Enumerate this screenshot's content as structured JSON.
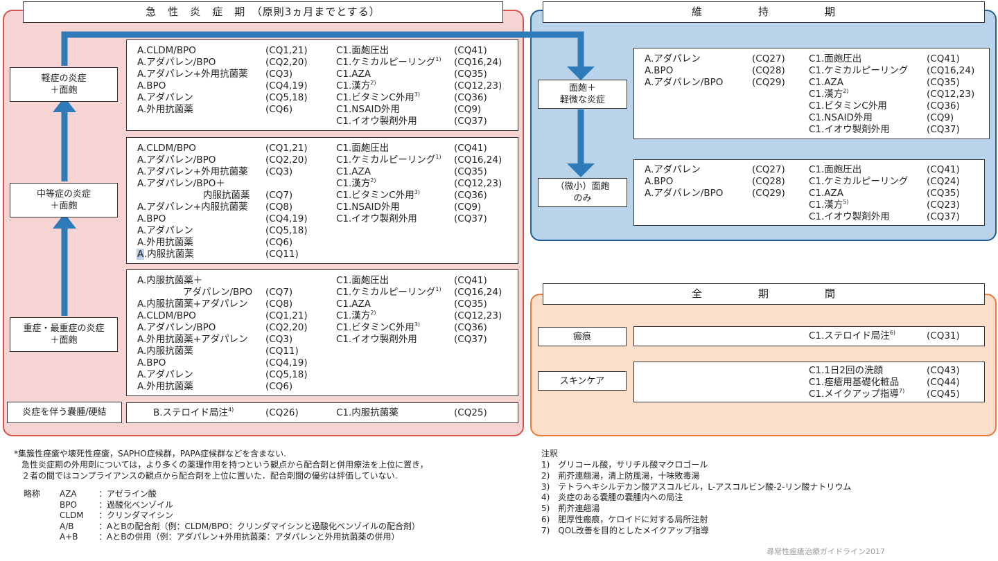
{
  "acute": {
    "title": "急　性　炎　症　期　（原則3ヵ月までとする）",
    "severity": {
      "mild": [
        "軽症の炎症",
        "＋面皰"
      ],
      "moderate": [
        "中等症の炎症",
        "＋面皰"
      ],
      "severe": [
        "重症・最重症の炎症",
        "＋面皰"
      ],
      "cyst": "炎症を伴う嚢腫/硬結"
    },
    "mild_left": [
      [
        "A.CLDM/BPO",
        "(CQ1,21)"
      ],
      [
        "A.アダパレン/BPO",
        "(CQ2,20)"
      ],
      [
        "A.アダパレン+外用抗菌薬",
        "(CQ3)"
      ],
      [
        "A.BPO",
        "(CQ4,19)"
      ],
      [
        "A.アダパレン",
        "(CQ5,18)"
      ],
      [
        "A.外用抗菌薬",
        "(CQ6)"
      ]
    ],
    "mild_right": [
      [
        "C1.面皰圧出",
        "",
        "(CQ41)"
      ],
      [
        "C1.ケミカルピーリング",
        "1)",
        "(CQ16,24)"
      ],
      [
        "C1.AZA",
        "",
        "(CQ35)"
      ],
      [
        "C1.漢方",
        "2)",
        "(CQ12,23)"
      ],
      [
        "C1.ビタミンC外用",
        "3)",
        "(CQ36)"
      ],
      [
        "C1.NSAID外用",
        "",
        "(CQ9)"
      ],
      [
        "C1.イオウ製剤外用",
        "",
        "(CQ37)"
      ]
    ],
    "moderate_left": [
      [
        "A.CLDM/BPO",
        "(CQ1,21)"
      ],
      [
        "A.アダパレン/BPO",
        "(CQ2,20)"
      ],
      [
        "A.アダパレン+外用抗菌薬",
        "(CQ3)"
      ],
      [
        "A.アダパレン/BPO＋",
        ""
      ],
      [
        "内服抗菌薬",
        "(CQ7)"
      ],
      [
        "A.アダパレン+内服抗菌薬",
        "(CQ8)"
      ],
      [
        "A.BPO",
        "(CQ4,19)"
      ],
      [
        "A.アダパレン",
        "(CQ5,18)"
      ],
      [
        "A.外用抗菌薬",
        "(CQ6)"
      ],
      [
        ".内服抗菌薬",
        "(CQ11)"
      ]
    ],
    "moderate_right": [
      [
        "C1.面皰圧出",
        "",
        "(CQ41)"
      ],
      [
        "C1.ケミカルピーリング",
        "1)",
        "(CQ16,24)"
      ],
      [
        "C1.AZA",
        "",
        "(CQ35)"
      ],
      [
        "C1.漢方",
        "2)",
        "(CQ12,23)"
      ],
      [
        "C1.ビタミンC外用",
        "3)",
        "(CQ36)"
      ],
      [
        "C1.NSAID外用",
        "",
        "(CQ9)"
      ],
      [
        "C1.イオウ製剤外用",
        "",
        "(CQ37)"
      ]
    ],
    "severe_left": [
      [
        "A.内服抗菌薬＋",
        ""
      ],
      [
        "アダパレン/BPO",
        "(CQ7)"
      ],
      [
        "A.内服抗菌薬+アダパレン",
        "(CQ8)"
      ],
      [
        "A.CLDM/BPO",
        "(CQ1,21)"
      ],
      [
        "A.アダパレン/BPO",
        "(CQ2,20)"
      ],
      [
        "A.外用抗菌薬+アダパレン",
        "(CQ3)"
      ],
      [
        "A.内服抗菌薬",
        "(CQ11)"
      ],
      [
        "A.BPO",
        "(CQ4,19)"
      ],
      [
        "A.アダパレン",
        "(CQ5,18)"
      ],
      [
        "A.外用抗菌薬",
        "(CQ6)"
      ]
    ],
    "severe_right": [
      [
        "C1.面皰圧出",
        "",
        "(CQ41)"
      ],
      [
        "C1.ケミカルピーリング",
        "1)",
        "(CQ16,24)"
      ],
      [
        "C1.AZA",
        "",
        "(CQ35)"
      ],
      [
        "C1.漢方",
        "2)",
        "(CQ12,23)"
      ],
      [
        "C1.ビタミンC外用",
        "3)",
        "(CQ36)"
      ],
      [
        "C1.イオウ製剤外用",
        "",
        "(CQ37)"
      ]
    ],
    "cyst_row": {
      "left": "B.ステロイド局注",
      "left_sup": "4)",
      "left_cq": "(CQ26)",
      "right": "C1.内服抗菌薬",
      "right_cq": "(CQ25)"
    }
  },
  "maintenance": {
    "title": "維　　　　　持　　　　　期",
    "comedone_label": [
      "面皰＋",
      "軽微な炎症"
    ],
    "micro_label": [
      "（微小）面皰",
      "のみ"
    ],
    "box1_left": [
      [
        "A.アダパレン",
        "(CQ27)"
      ],
      [
        "A.BPO",
        "(CQ28)"
      ],
      [
        "A.アダパレン/BPO",
        "(CQ29)"
      ]
    ],
    "box1_right": [
      [
        "C1.面皰圧出",
        "",
        "(CQ41)"
      ],
      [
        "C1.ケミカルピーリング",
        "",
        "(CQ16,24)"
      ],
      [
        "C1.AZA",
        "",
        "(CQ35)"
      ],
      [
        "C1.漢方",
        "2)",
        "(CQ12,23)"
      ],
      [
        "C1.ビタミンC外用",
        "",
        "(CQ36)"
      ],
      [
        "C1.NSAID外用",
        "",
        "(CQ9)"
      ],
      [
        "C1.イオウ製剤外用",
        "",
        "(CQ37)"
      ]
    ],
    "box2_left": [
      [
        "A.アダパレン",
        "(CQ27)"
      ],
      [
        "A.BPO",
        "(CQ28)"
      ],
      [
        "A.アダパレン/BPO",
        "(CQ29)"
      ]
    ],
    "box2_right": [
      [
        "C1.面皰圧出",
        "",
        "(CQ41)"
      ],
      [
        "C1.ケミカルピーリング",
        "",
        "(CQ24)"
      ],
      [
        "C1.AZA",
        "",
        "(CQ35)"
      ],
      [
        "C1.漢方",
        "5)",
        "(CQ23)"
      ],
      [
        "C1.イオウ製剤外用",
        "",
        "(CQ37)"
      ]
    ]
  },
  "all_period": {
    "title": "全　　　　　期　　　　　間",
    "scar_label": "瘢痕",
    "scar_row": [
      "C1.ステロイド局注",
      "6)",
      "(CQ31)"
    ],
    "skincare_label": "スキンケア",
    "skincare_rows": [
      [
        "C1.1日2回の洗顔",
        "",
        "(CQ43)"
      ],
      [
        "C1.痤瘡用基礎化粧品",
        "",
        "(CQ44)"
      ],
      [
        "C1.メイクアップ指導",
        "7)",
        "(CQ45)"
      ]
    ]
  },
  "footnote": [
    "*集簇性痤瘡や壊死性痤瘡，SAPHO症候群，PAPA症候群などを含まない.",
    "急性炎症期の外用剤については，より多くの薬理作用を持つという観点から配合剤と併用療法を上位に置き，",
    "２者の間ではコンプライアンスの観点から配合剤を上位に置いた．配合剤間の優劣は評価していない."
  ],
  "abbrev_title": "略称",
  "abbrev": [
    [
      "AZA",
      "：アゼライン酸"
    ],
    [
      "BPO",
      "：過酸化ベンゾイル"
    ],
    [
      "CLDM",
      "：クリンダマイシン"
    ],
    [
      "A/B",
      "：AとBの配合剤（例：CLDM/BPO：クリンダマイシンと過酸化ベンゾイルの配合剤）"
    ],
    [
      "A+B",
      "：AとBの併用（例：アダパレン+外用抗菌薬：アダパレンと外用抗菌薬の併用）"
    ]
  ],
  "notes_title": "注釈",
  "notes": [
    "1)　グリコール酸，サリチル酸マクロゴール",
    "2)　荊芥連翹湯，清上防風湯，十味敗毒湯",
    "3)　テトラヘキシルデカン酸アスコルビル，L-アスコルビン酸-2-リン酸ナトリウム",
    "4)　炎症のある嚢腫の嚢腫内への局注",
    "5)　荊芥連翹湯",
    "6)　肥厚性瘢痕，ケロイドに対する局所注射",
    "7)　QOL改善を目的としたメイクアップ指導"
  ],
  "credit": "尋常性痤瘡治療ガイドライン2017",
  "colors": {
    "acute_bg": "#f6d4d4",
    "acute_border": "#d9534f",
    "maint_bg": "#b8d3ea",
    "maint_border": "#1f5e96",
    "all_bg": "#fbdfca",
    "all_border": "#e87a3a",
    "arrow": "#2f7ab8"
  }
}
